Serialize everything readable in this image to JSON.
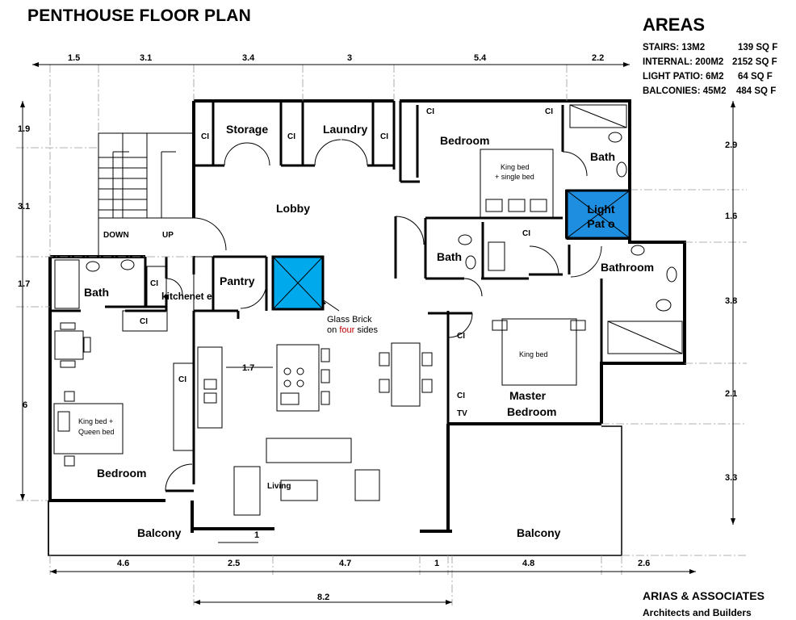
{
  "title": "PENTHOUSE FLOOR PLAN",
  "areas": {
    "heading": "AREAS",
    "rows": [
      {
        "label": "STAIRS: 13M2",
        "value": "139 SQ F"
      },
      {
        "label": "INTERNAL: 200M2",
        "value": "2152 SQ F"
      },
      {
        "label": "LIGHT PATIO: 6M2",
        "value": "64 SQ F"
      },
      {
        "label": "BALCONIES: 45M2",
        "value": "484 SQ F"
      }
    ]
  },
  "company": {
    "name": "ARIAS & ASSOCIATES",
    "tagline": "Architects and Builders"
  },
  "rooms": {
    "storage": "Storage",
    "laundry": "Laundry",
    "bedroom_top": "Bedroom",
    "bath_top_right": "Bath",
    "lobby": "Lobby",
    "light_patio": "Light Pat o",
    "down": "DOWN",
    "up": "UP",
    "bath_left": "Bath",
    "kitchenette": "kitchenet e",
    "pantry": "Pantry",
    "bath_mid": "Bath",
    "bathroom": "Bathroom",
    "bedroom_left": "Bedroom",
    "master_bedroom_1": "Master",
    "master_bedroom_2": "Bedroom",
    "living": "Living",
    "balcony_left": "Balcony",
    "balcony_right": "Balcony"
  },
  "labels": {
    "ci": "CI",
    "tv": "TV",
    "king_single_1": "King bed",
    "king_single_2": "+ single bed",
    "king_queen_1": "King bed +",
    "king_queen_2": "Queen bed",
    "king_bed": "King bed",
    "glass_note_1": "Glass Brick",
    "glass_note_2a": "on",
    "glass_note_2b": "four",
    "glass_note_2c": "sides",
    "kitchen_dim": "1.7"
  },
  "dimensions": {
    "top": [
      "1.5",
      "3.1",
      "3.4",
      "3",
      "5.4",
      "2.2"
    ],
    "left": [
      "1.9",
      "3.1",
      "1.7",
      "6"
    ],
    "right": [
      "2.9",
      "1.6",
      "3.8",
      "2.1",
      "3.3"
    ],
    "bottom": [
      "4.6",
      "2.5",
      "4.7",
      "1",
      "4.8",
      "2.6"
    ],
    "bottom_total": "8.2",
    "balcony_small": "1"
  },
  "colors": {
    "glass_brick": "#00a8ec",
    "light_patio": "#1e8fe0",
    "wall": "#000000"
  }
}
